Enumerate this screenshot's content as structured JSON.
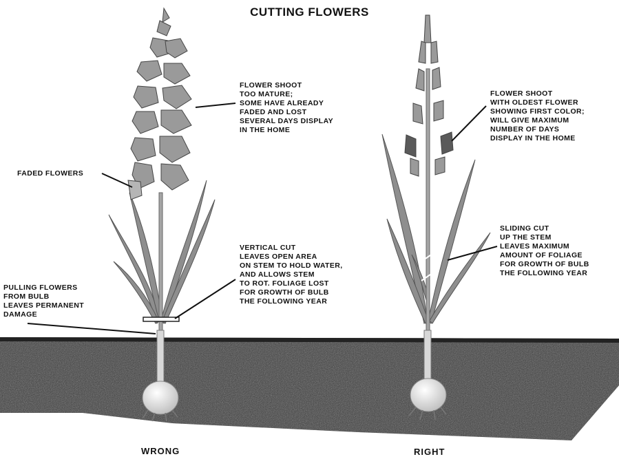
{
  "title": "CUTTING FLOWERS",
  "labels": {
    "flower_shoot_too_mature": "FLOWER SHOOT\nTOO MATURE;\nSOME HAVE ALREADY\nFADED AND LOST\nSEVERAL DAYS DISPLAY\nIN THE HOME",
    "faded_flowers": "FADED FLOWERS",
    "pulling_flowers": "PULLING FLOWERS\nFROM BULB\nLEAVES PERMANENT\nDAMAGE",
    "vertical_cut": "VERTICAL CUT\nLEAVES OPEN AREA\nON STEM TO HOLD WATER,\nAND ALLOWS STEM\nTO ROT. FOLIAGE LOST\nFOR GROWTH OF BULB\nTHE FOLLOWING YEAR",
    "flower_shoot_first_color": "FLOWER SHOOT\nWITH OLDEST FLOWER\nSHOWING FIRST COLOR;\nWILL GIVE MAXIMUM\nNUMBER OF DAYS\nDISPLAY IN THE HOME",
    "sliding_cut": "SLIDING CUT\nUP THE STEM\nLEAVES MAXIMUM\nAMOUNT OF FOLIAGE\nFOR GROWTH OF BULB\nTHE FOLLOWING YEAR"
  },
  "captions": {
    "wrong": "WRONG",
    "right": "RIGHT"
  },
  "colors": {
    "soil": "#3a3a3a",
    "soil_dark": "#1e1e1e",
    "stem": "#9a9a9a",
    "leaf": "#8c8c8c",
    "flower": "#7a7a7a",
    "bulb": "#e4e4e4",
    "ink": "#111111"
  }
}
